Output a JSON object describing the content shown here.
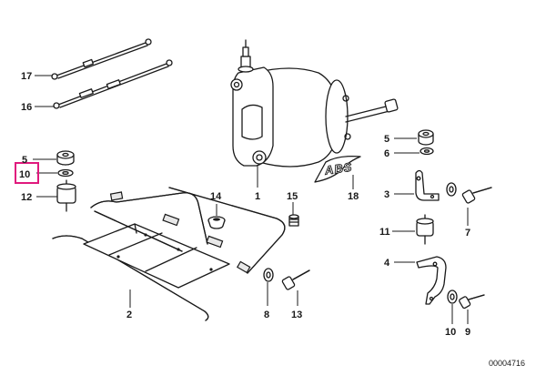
{
  "diagram": {
    "document_number": "00004716",
    "abs_badge": "ABS",
    "highlight_color": "#e0197d",
    "line_color": "#1a1a1a",
    "highlighted_part": "10",
    "callouts": [
      {
        "id": "c17",
        "label": "17"
      },
      {
        "id": "c16",
        "label": "16"
      },
      {
        "id": "c5a",
        "label": "5"
      },
      {
        "id": "c10a",
        "label": "10"
      },
      {
        "id": "c12",
        "label": "12"
      },
      {
        "id": "c14",
        "label": "14"
      },
      {
        "id": "c15",
        "label": "15"
      },
      {
        "id": "c1",
        "label": "1"
      },
      {
        "id": "c18",
        "label": "18"
      },
      {
        "id": "c2",
        "label": "2"
      },
      {
        "id": "c8",
        "label": "8"
      },
      {
        "id": "c13",
        "label": "13"
      },
      {
        "id": "c5b",
        "label": "5"
      },
      {
        "id": "c6",
        "label": "6"
      },
      {
        "id": "c3",
        "label": "3"
      },
      {
        "id": "c11",
        "label": "11"
      },
      {
        "id": "c7",
        "label": "7"
      },
      {
        "id": "c4",
        "label": "4"
      },
      {
        "id": "c10b",
        "label": "10"
      },
      {
        "id": "c9",
        "label": "9"
      }
    ]
  }
}
